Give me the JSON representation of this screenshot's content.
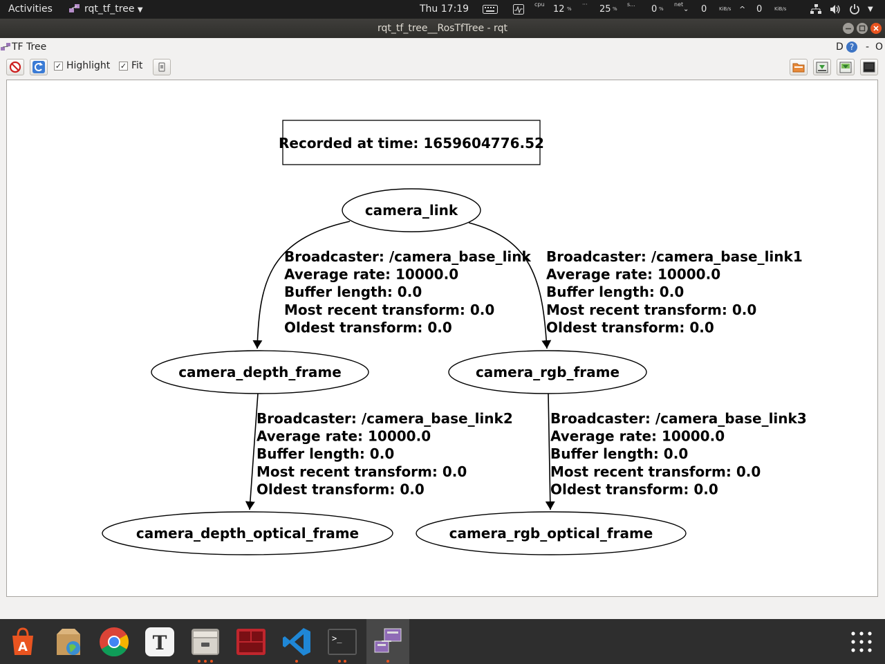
{
  "topbar": {
    "activities": "Activities",
    "app_menu": "rqt_tf_tree",
    "clock": "Thu 17:19",
    "cpu_label": "cpu",
    "cpu_value": "12",
    "cpu_unit": "%",
    "mem_dots": "···",
    "mem_value": "25",
    "mem_unit": "%",
    "swap_label": "s...",
    "swap_value": "0",
    "swap_unit": "%",
    "net_label": "net",
    "net_down_value": "0",
    "net_down_unit": "KiB/s",
    "net_up_value": "0",
    "net_up_unit": "KiB/s"
  },
  "window": {
    "title": "rqt_tf_tree__RosTfTree - rqt"
  },
  "plugin": {
    "title": "TF Tree",
    "header_d": "D",
    "header_help": "?",
    "header_dash": "-",
    "header_o": "O"
  },
  "toolbar": {
    "highlight_label": "Highlight",
    "highlight_checked": true,
    "fit_label": "Fit",
    "fit_checked": true,
    "check_glyph": "✓"
  },
  "graph": {
    "recorded_label": "Recorded at time: 1659604776.52",
    "nodes": {
      "camera_link": "camera_link",
      "camera_depth_frame": "camera_depth_frame",
      "camera_rgb_frame": "camera_rgb_frame",
      "camera_depth_optical_frame": "camera_depth_optical_frame",
      "camera_rgb_optical_frame": "camera_rgb_optical_frame"
    },
    "edges": [
      {
        "from": "camera_link",
        "to": "camera_depth_frame",
        "lines": [
          "Broadcaster: /camera_base_link",
          "Average rate: 10000.0",
          "Buffer length: 0.0",
          "Most recent transform: 0.0",
          "Oldest transform: 0.0"
        ]
      },
      {
        "from": "camera_link",
        "to": "camera_rgb_frame",
        "lines": [
          "Broadcaster: /camera_base_link1",
          "Average rate: 10000.0",
          "Buffer length: 0.0",
          "Most recent transform: 0.0",
          "Oldest transform: 0.0"
        ]
      },
      {
        "from": "camera_depth_frame",
        "to": "camera_depth_optical_frame",
        "lines": [
          "Broadcaster: /camera_base_link2",
          "Average rate: 10000.0",
          "Buffer length: 0.0",
          "Most recent transform: 0.0",
          "Oldest transform: 0.0"
        ]
      },
      {
        "from": "camera_rgb_frame",
        "to": "camera_rgb_optical_frame",
        "lines": [
          "Broadcaster: /camera_base_link3",
          "Average rate: 10000.0",
          "Buffer length: 0.0",
          "Most recent transform: 0.0",
          "Oldest transform: 0.0"
        ]
      }
    ]
  },
  "dock": {
    "text_editor_glyph": "T",
    "software_glyph": "A",
    "terminal_glyph": ">_",
    "items": [
      "ubuntu-software-icon",
      "archive-manager-icon",
      "chrome-icon",
      "text-editor-icon",
      "files-icon",
      "terminator-icon",
      "vscode-icon",
      "terminal-icon",
      "rqt-icon"
    ],
    "show_apps": "show-applications-icon"
  },
  "colors": {
    "topbar_bg": "#1d1d1d",
    "dock_bg": "#2e2e2e",
    "accent": "#e95420",
    "close_button": "#e95420"
  }
}
